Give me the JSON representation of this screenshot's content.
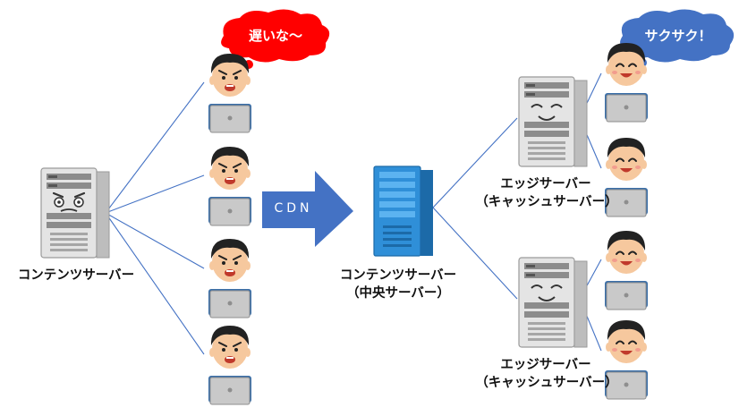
{
  "origin_server": {
    "label": "コンテンツサーバー",
    "icon": "angry-server-icon"
  },
  "slow_users": {
    "count": 4,
    "icon": "frustrated-user-icon",
    "bubble": "遅いな～",
    "bubble_color": "#ff0000"
  },
  "arrow": {
    "label": "CDN",
    "color": "#4472c4"
  },
  "central_server": {
    "label": "コンテンツサーバー",
    "sublabel": "（中央サーバー）",
    "icon": "blue-server-icon"
  },
  "edge_servers": [
    {
      "label": "エッジサーバー",
      "sublabel": "（キャッシュサーバー）",
      "icon": "happy-server-icon"
    },
    {
      "label": "エッジサーバー",
      "sublabel": "（キャッシュサーバー）",
      "icon": "happy-server-icon"
    }
  ],
  "fast_users": {
    "count": 4,
    "icon": "happy-user-icon",
    "bubble": "サクサク！",
    "bubble_color": "#4472c4"
  },
  "line_color": "#4472c4"
}
